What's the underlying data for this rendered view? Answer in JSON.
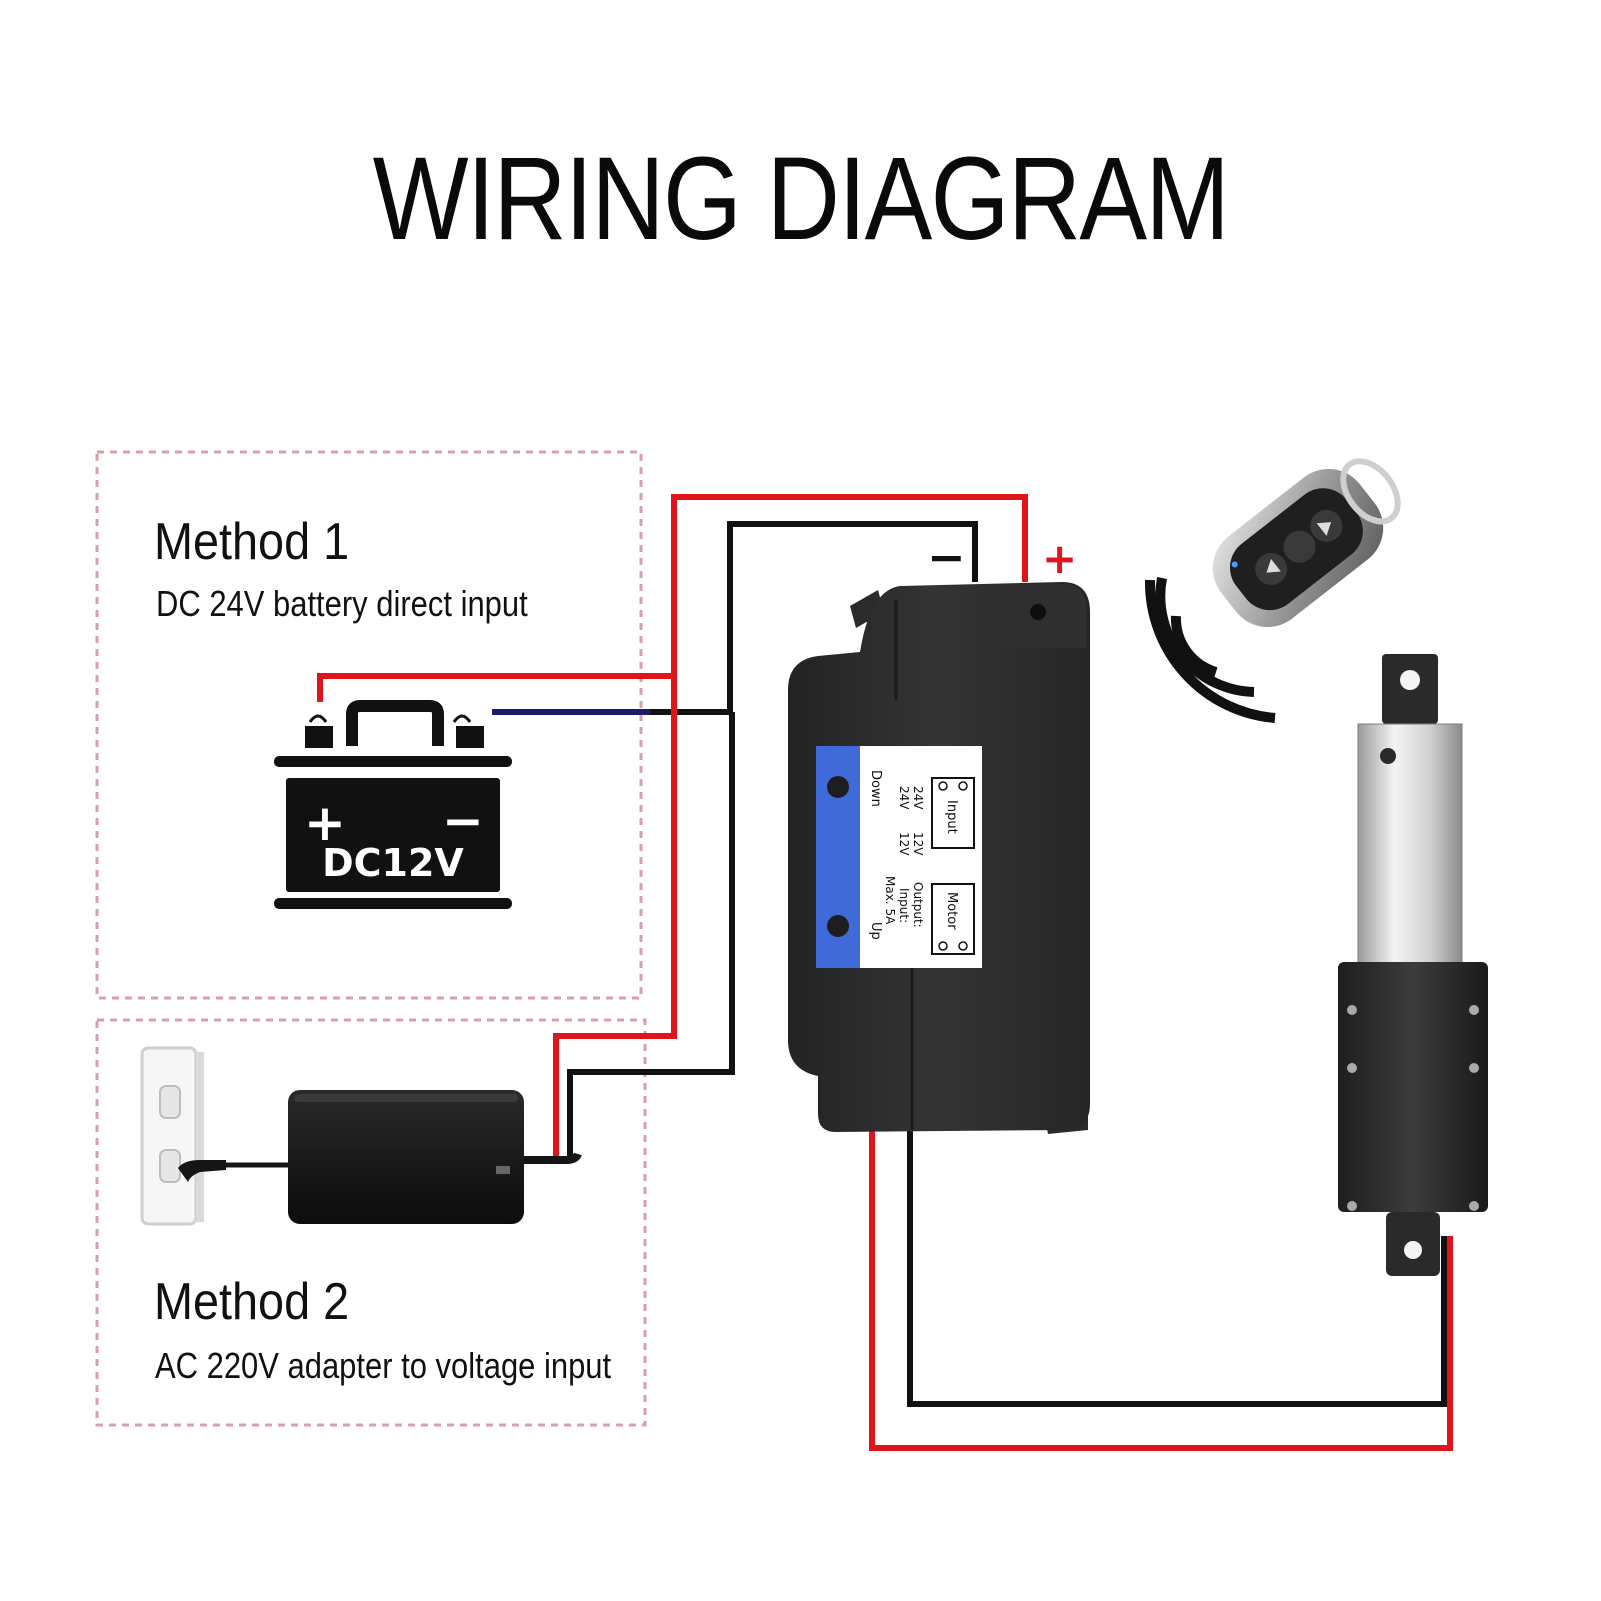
{
  "title": "WIRING DIAGRAM",
  "method1": {
    "heading": "Method 1",
    "description": "DC 24V battery direct input",
    "battery_label": "DC12V",
    "battery_plus": "+",
    "battery_minus": "−"
  },
  "method2": {
    "heading": "Method 2",
    "description": "AC 220V adapter to voltage input"
  },
  "controller": {
    "terminal_minus": "−",
    "terminal_plus": "+",
    "button_down": "Down",
    "button_up": "Up",
    "spec_max": "Max. 5A",
    "spec_input": "Input:",
    "spec_output": "Output:",
    "opt_12v": "12V",
    "opt_24v": "24V",
    "port_input": "Input",
    "port_motor": "Motor"
  },
  "colors": {
    "wire_positive": "#e0141b",
    "wire_negative": "#111111",
    "frame_dashed": "#d9a0a8",
    "label_panel": "#3f6ad8"
  },
  "icons": {
    "battery": "battery-icon",
    "outlet": "wall-outlet-icon",
    "adapter": "power-adapter-icon",
    "remote": "remote-control-icon",
    "signal": "wireless-signal-icon",
    "actuator": "linear-actuator-icon"
  }
}
